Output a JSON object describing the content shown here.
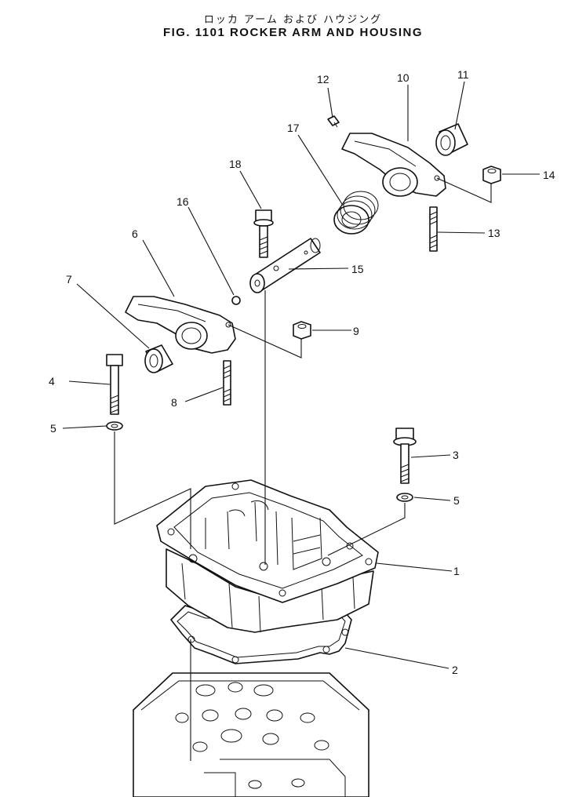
{
  "title": {
    "japanese": "ロッカ アーム および ハウジング",
    "english": "FIG. 1101  ROCKER ARM AND HOUSING"
  },
  "callouts": {
    "c1": "1",
    "c2": "2",
    "c3": "3",
    "c4": "4",
    "c5a": "5",
    "c5b": "5",
    "c6": "6",
    "c7": "7",
    "c8": "8",
    "c9": "9",
    "c10": "10",
    "c11": "11",
    "c12": "12",
    "c13": "13",
    "c14": "14",
    "c15": "15",
    "c16": "16",
    "c17": "17",
    "c18": "18"
  }
}
